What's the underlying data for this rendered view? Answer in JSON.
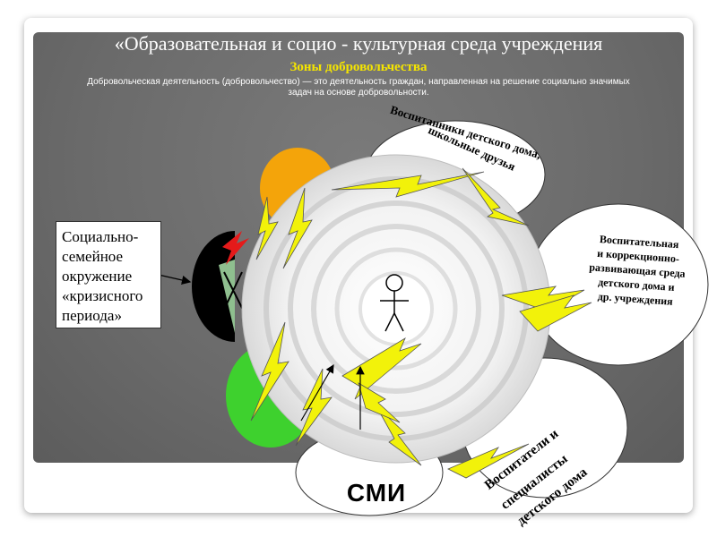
{
  "slide": {
    "title": "«Образовательная и социо - культурная  среда учреждения",
    "subtitle": "Зоны добровольчества",
    "definition_line1": "Добровольческая деятельность (добровольчество) — это деятельность граждан, направленная на решение социально значимых",
    "definition_line2": "задач на основе добровольности."
  },
  "callout": {
    "line1": "Социально-",
    "line2": "семейное",
    "line3": "окружение",
    "line4": "«кризисного",
    "line5": "периода»"
  },
  "zones": {
    "top_line1": "Воспитанники детского дома,",
    "top_line2": "школьные  друзья",
    "right_line1": "Воспитательная",
    "right_line2": "и коррекционно-",
    "right_line3": "развивающая среда",
    "right_line4": "детского  дома и",
    "right_line5": "др. учреждения",
    "bottom_right_line1": "Воспитатели  и",
    "bottom_right_line2": "специалисты",
    "bottom_right_line3": "детского  дома",
    "bottom": "СМИ"
  },
  "colors": {
    "title_text": "#ffffff",
    "subtitle_text": "#f5e500",
    "bolt_yellow": "#f2f20a",
    "orange_zone": "#f4a40a",
    "green_zone": "#3ed12e",
    "panel_gray": "#6e6e6e"
  },
  "icons": [
    "stick-figure-icon",
    "lightning-bolt-icon",
    "arrow-icon"
  ]
}
